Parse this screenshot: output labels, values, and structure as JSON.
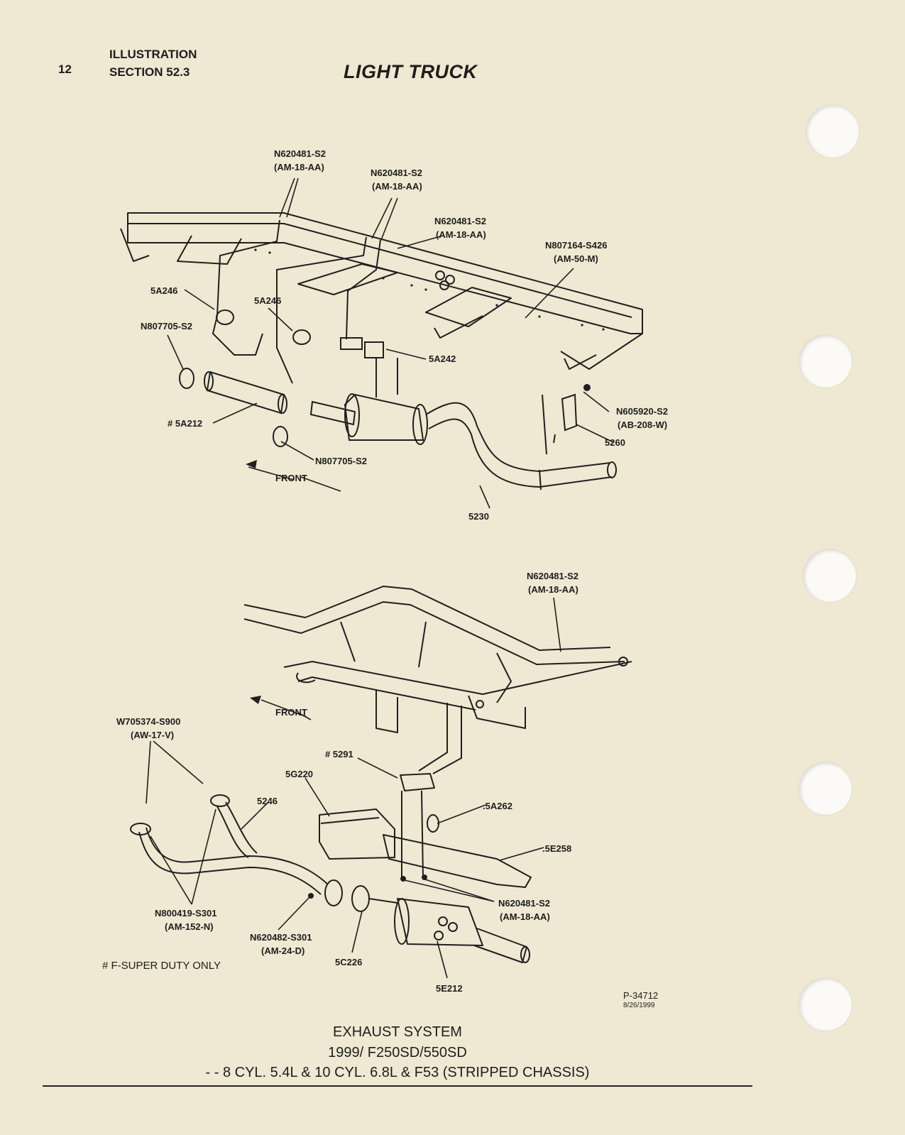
{
  "header": {
    "page_number": "12",
    "illustration_line": "ILLUSTRATION",
    "section_line": "SECTION 52.3",
    "title": "LIGHT TRUCK"
  },
  "upper_diagram": {
    "labels": [
      {
        "id": "u1",
        "part": "N620481-S2",
        "spec": "(AM-18-AA)"
      },
      {
        "id": "u2",
        "part": "N620481-S2",
        "spec": "(AM-18-AA)"
      },
      {
        "id": "u3",
        "part": "N620481-S2",
        "spec": "(AM-18-AA)"
      },
      {
        "id": "u4",
        "part": "N807164-S426",
        "spec": "(AM-50-M)"
      },
      {
        "id": "u5",
        "part": "5A246",
        "spec": ""
      },
      {
        "id": "u6",
        "part": "5A246",
        "spec": ""
      },
      {
        "id": "u7",
        "part": "N807705-S2",
        "spec": ""
      },
      {
        "id": "u8",
        "part": "5A242",
        "spec": ""
      },
      {
        "id": "u9",
        "part": "N605920-S2",
        "spec": "(AB-208-W)"
      },
      {
        "id": "u10",
        "part": "5260",
        "spec": ""
      },
      {
        "id": "u11",
        "part": "# 5A212",
        "spec": ""
      },
      {
        "id": "u12",
        "part": "N807705-S2",
        "spec": ""
      },
      {
        "id": "u13",
        "part": "FRONT",
        "spec": ""
      },
      {
        "id": "u14",
        "part": "5230",
        "spec": ""
      }
    ]
  },
  "lower_diagram": {
    "labels": [
      {
        "id": "l1",
        "part": "N620481-S2",
        "spec": "(AM-18-AA)"
      },
      {
        "id": "l2",
        "part": "FRONT",
        "spec": ""
      },
      {
        "id": "l3",
        "part": "W705374-S900",
        "spec": "(AW-17-V)"
      },
      {
        "id": "l4",
        "part": "# 5291",
        "spec": ""
      },
      {
        "id": "l5",
        "part": "5G220",
        "spec": ""
      },
      {
        "id": "l6",
        "part": "5246",
        "spec": ""
      },
      {
        "id": "l7",
        "part": ".5A262",
        "spec": ""
      },
      {
        "id": "l8",
        "part": ".5E258",
        "spec": ""
      },
      {
        "id": "l9",
        "part": "N620481-S2",
        "spec": "(AM-18-AA)"
      },
      {
        "id": "l10",
        "part": "N800419-S301",
        "spec": "(AM-152-N)"
      },
      {
        "id": "l11",
        "part": "N620482-S301",
        "spec": "(AM-24-D)"
      },
      {
        "id": "l12",
        "part": "5C226",
        "spec": ""
      },
      {
        "id": "l13",
        "part": "5E212",
        "spec": ""
      }
    ]
  },
  "footnote": "# F-SUPER DUTY ONLY",
  "reference": {
    "code": "P-34712",
    "date": "8/26/1999"
  },
  "caption": {
    "line1": "EXHAUST SYSTEM",
    "line2": "1999/ F250SD/550SD",
    "line3": "- - 8 CYL. 5.4L & 10 CYL. 6.8L & F53 (STRIPPED CHASSIS)"
  }
}
